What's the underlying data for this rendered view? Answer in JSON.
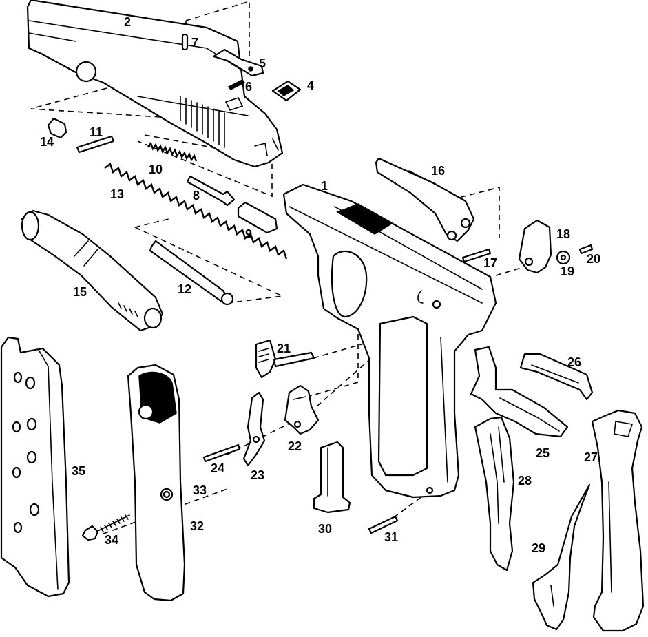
{
  "callouts": [
    {
      "id": "1",
      "label": "1"
    },
    {
      "id": "2",
      "label": "2"
    },
    {
      "id": "4",
      "label": "4"
    },
    {
      "id": "5",
      "label": "5"
    },
    {
      "id": "6",
      "label": "6"
    },
    {
      "id": "7",
      "label": "7"
    },
    {
      "id": "8",
      "label": "8"
    },
    {
      "id": "9",
      "label": "9"
    },
    {
      "id": "10",
      "label": "10"
    },
    {
      "id": "11",
      "label": "11"
    },
    {
      "id": "12",
      "label": "12"
    },
    {
      "id": "13",
      "label": "13"
    },
    {
      "id": "14",
      "label": "14"
    },
    {
      "id": "15",
      "label": "15"
    },
    {
      "id": "16",
      "label": "16"
    },
    {
      "id": "17",
      "label": "17"
    },
    {
      "id": "18",
      "label": "18"
    },
    {
      "id": "19",
      "label": "19"
    },
    {
      "id": "20",
      "label": "20"
    },
    {
      "id": "21",
      "label": "21"
    },
    {
      "id": "22",
      "label": "22"
    },
    {
      "id": "23",
      "label": "23"
    },
    {
      "id": "24",
      "label": "24"
    },
    {
      "id": "25",
      "label": "25"
    },
    {
      "id": "26",
      "label": "26"
    },
    {
      "id": "27",
      "label": "27"
    },
    {
      "id": "28",
      "label": "28"
    },
    {
      "id": "29",
      "label": "29"
    },
    {
      "id": "30",
      "label": "30"
    },
    {
      "id": "31",
      "label": "31"
    },
    {
      "id": "32",
      "label": "32"
    },
    {
      "id": "33",
      "label": "33"
    },
    {
      "id": "34",
      "label": "34"
    },
    {
      "id": "35",
      "label": "35"
    }
  ]
}
